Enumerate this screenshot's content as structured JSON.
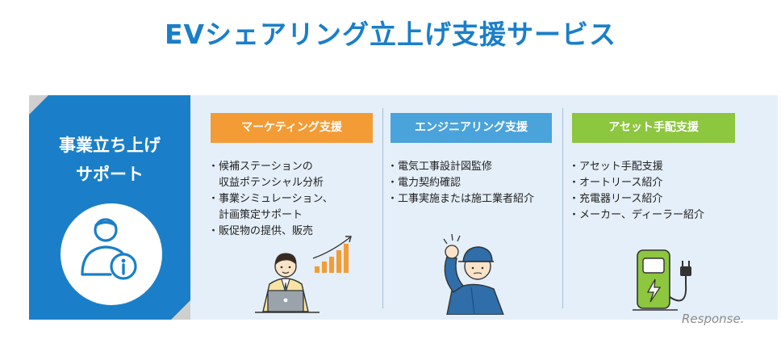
{
  "title": "EVシェアリング立上げ支援サービス",
  "left_panel": {
    "line1": "事業立ち上げ",
    "line2": "サポート",
    "icon": "person-info-icon"
  },
  "columns": [
    {
      "header": "マーケティング支援",
      "color": "#f39c36",
      "items": [
        "・候補ステーションの",
        "　収益ポテンシャル分析",
        "・事業シミュレーション、",
        "　計画策定サポート",
        "・販促物の提供、販売"
      ],
      "icon": "businessman-laptop-icon"
    },
    {
      "header": "エンジニアリング支援",
      "color": "#4aa3db",
      "items": [
        "・電気工事設計図監修",
        "・電力契約確認",
        "・工事実施または施工業者紹介"
      ],
      "icon": "engineer-worker-icon"
    },
    {
      "header": "アセット手配支援",
      "color": "#8dc63f",
      "items": [
        "・アセット手配支援",
        "・オートリース紹介",
        "・充電器リース紹介",
        "・メーカー、ディーラー紹介"
      ],
      "icon": "ev-charger-icon"
    }
  ],
  "watermark": "Response.",
  "colors": {
    "title": "#1a7fc8",
    "panel_bg": "#e4eff9",
    "left_box": "#1a7fc8"
  }
}
